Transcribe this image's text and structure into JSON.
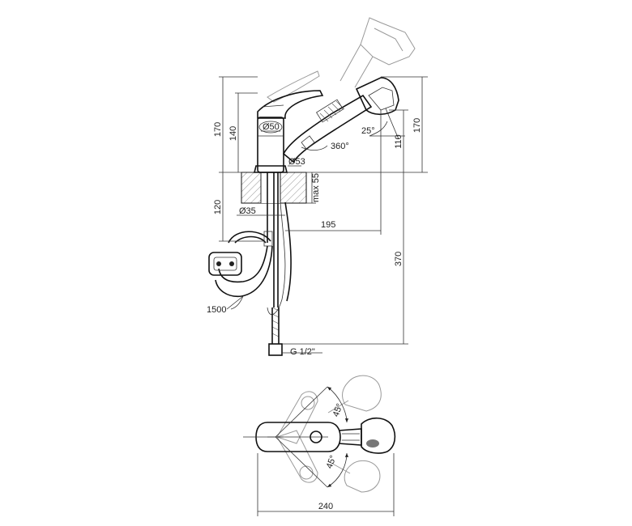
{
  "dimensions": {
    "left_height_170": "170",
    "left_height_140": "140",
    "left_height_120": "120",
    "diameter_50": "Ø50",
    "diameter_53": "Ø53",
    "diameter_35": "Ø35",
    "rotation_360": "360°",
    "angle_25": "25°",
    "right_height_110": "110",
    "right_height_170": "170",
    "max_55": "max 55",
    "reach_195": "195",
    "hose_370": "370",
    "hose_1500": "1500",
    "thread": "G 1/2\"",
    "angle_45_top": "45°",
    "angle_45_bottom": "45°",
    "width_240": "240"
  }
}
